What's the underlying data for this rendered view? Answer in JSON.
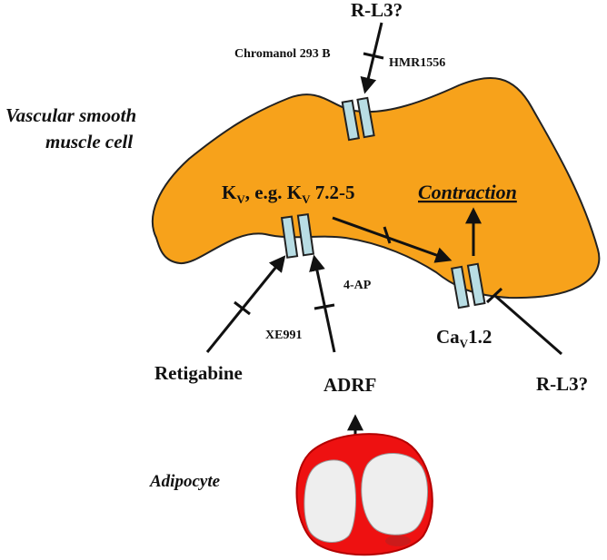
{
  "labels": {
    "rl3_top": "R-L3?",
    "chromanol": "Chromanol 293 B",
    "hmr": "HMR1556",
    "vsmc_line1": "Vascular smooth",
    "vsmc_line2": "muscle cell",
    "kv_label": {
      "K1": "K",
      "sub1": "V",
      "mid": ", e.g. K",
      "sub2": "V",
      "end": " 7.2-5"
    },
    "contraction": "Contraction",
    "four_ap": "4-AP",
    "xe991": "XE991",
    "cav_label": {
      "base": "Ca",
      "sub": "V",
      "end": "1.2"
    },
    "retigabine": "Retigabine",
    "adrf": "ADRF",
    "rl3_right": "R-L3?",
    "adipocyte": "Adipocyte"
  },
  "colors": {
    "cell_fill": "#f7a21b",
    "channel_fill": "#b8dde4",
    "adipocyte_fill": "#ee1111",
    "adipocyte_inner": "#eeeeee",
    "ink": "#111111"
  },
  "icons": {
    "arrow": "activation-arrow",
    "inhibit": "inhibition-bar"
  }
}
